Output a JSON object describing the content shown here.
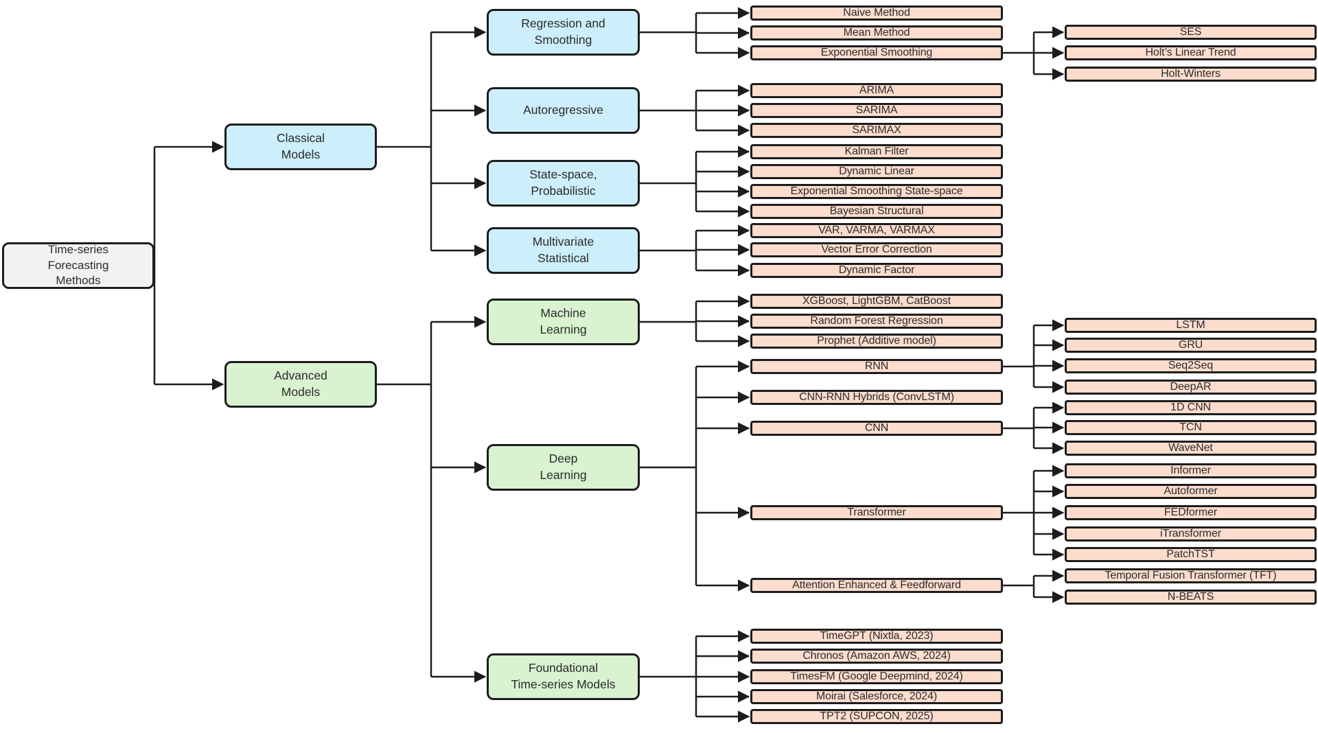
{
  "colors": {
    "root_fill": "#f2f2f2",
    "classical_fill": "#cdeefb",
    "advanced_fill": "#d9f2d0",
    "leaf_fill": "#fbdccd",
    "line": "#1c1c1c"
  },
  "diagram": {
    "root": {
      "label": "Time-series\nForecasting\nMethods"
    },
    "classical": {
      "label": "Classical\nModels",
      "regression_smoothing": {
        "label": "Regression and\nSmoothing",
        "naive": "Naive Method",
        "mean": "Mean Method",
        "exp_smoothing": "Exponential Smoothing",
        "ses": "SES",
        "holt_linear": "Holt’s Linear Trend",
        "holt_winters": "Holt-Winters"
      },
      "autoregressive": {
        "label": "Autoregressive",
        "arima": "ARIMA",
        "sarima": "SARIMA",
        "sarimax": "SARIMAX"
      },
      "state_space": {
        "label": "State-space,\nProbabilistic",
        "kalman": "Kalman Filter",
        "dynamic_linear": "Dynamic Linear",
        "ets_state_space": "Exponential Smoothing State-space",
        "bayesian": "Bayesian Structural"
      },
      "multivariate": {
        "label": "Multivariate\nStatistical",
        "var": "VAR, VARMA, VARMAX",
        "vecm": "Vector Error Correction",
        "dynamic_factor": "Dynamic Factor"
      }
    },
    "advanced": {
      "label": "Advanced\nModels",
      "machine_learning": {
        "label": "Machine\nLearning",
        "boosting": "XGBoost, LightGBM, CatBoost",
        "random_forest": "Random Forest Regression",
        "prophet": "Prophet (Additive model)"
      },
      "deep_learning": {
        "label": "Deep\nLearning",
        "rnn": "RNN",
        "lstm": "LSTM",
        "gru": "GRU",
        "seq2seq": "Seq2Seq",
        "deepar": "DeepAR",
        "cnn_rnn": "CNN-RNN Hybrids (ConvLSTM)",
        "cnn": "CNN",
        "cnn_1d": "1D CNN",
        "tcn": "TCN",
        "wavenet": "WaveNet",
        "transformer": "Transformer",
        "informer": "Informer",
        "autoformer": "Autoformer",
        "fedformer": "FEDformer",
        "itransformer": "iTransformer",
        "patchtst": "PatchTST",
        "attention": "Attention Enhanced & Feedforward",
        "tft": "Temporal Fusion Transformer (TFT)",
        "nbeats": "N-BEATS"
      },
      "foundational": {
        "label": "Foundational\nTime-series Models",
        "timegpt": "TimeGPT (Nixtla, 2023)",
        "chronos": "Chronos (Amazon AWS, 2024)",
        "timesfm": "TimesFM (Google Deepmind, 2024)",
        "moirai": "Moirai (Salesforce, 2024)",
        "tpt2": "TPT2 (SUPCON, 2025)"
      }
    }
  }
}
